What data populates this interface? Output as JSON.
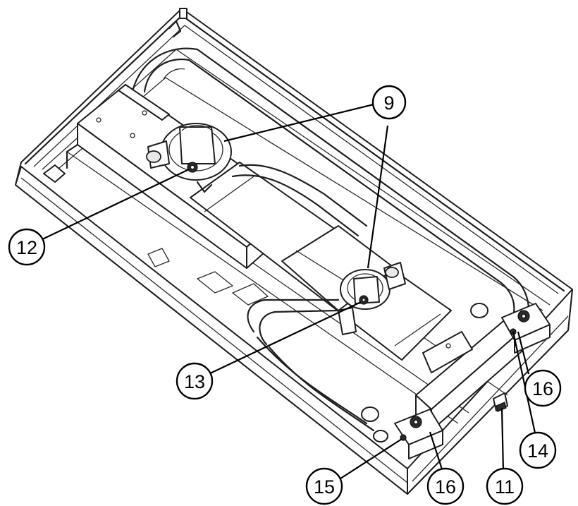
{
  "diagram": {
    "callouts": [
      {
        "id": "c9a",
        "number": "9"
      },
      {
        "id": "c9b",
        "number": "9"
      },
      {
        "id": "c12",
        "number": "12"
      },
      {
        "id": "c13",
        "number": "13"
      },
      {
        "id": "c16a",
        "number": "16"
      },
      {
        "id": "c14",
        "number": "14"
      },
      {
        "id": "c15",
        "number": "15"
      },
      {
        "id": "c16b",
        "number": "16"
      },
      {
        "id": "c11",
        "number": "11"
      }
    ]
  }
}
